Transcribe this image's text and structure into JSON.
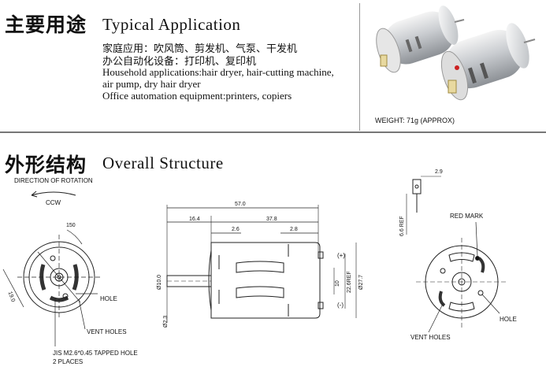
{
  "application": {
    "title_zh": "主要用途",
    "title_en": "Typical Application",
    "zh_line1": "家庭应用：吹风筒、剪发机、气泵、干发机",
    "zh_line2": "办公自动化设备：打印机、复印机",
    "en_lines": [
      "Household applications:hair dryer, hair-cutting machine,",
      "air pump, dry hair dryer",
      "Office automation equipment:printers, copiers"
    ],
    "weight": "WEIGHT: 71g (APPROX)"
  },
  "structure": {
    "title_zh": "外形结构",
    "title_en": "Overall Structure",
    "left_view": {
      "direction_label": "DIRECTION OF ROTATION",
      "ccw": "CCW",
      "angle": "150",
      "dia": "19.0",
      "hole": "HOLE",
      "vent_holes": "VENT HOLES",
      "tapped_hole_line1": "JIS M2.6*0.45 TAPPED HOLE",
      "tapped_hole_line2": "2 PLACES"
    },
    "side_view": {
      "total_length": "57.0",
      "d164": "16.4",
      "d378": "37.8",
      "d26": "2.6",
      "d28": "2.8",
      "plus": "(+)",
      "minus": "(-)",
      "shaft_dia": "Ø10.0",
      "d10": "10",
      "ref": "22.6REF",
      "body_dia": "Ø27.7",
      "shaft_small": "Ø2.3"
    },
    "terminal_view": {
      "d29": "2.9",
      "ref": "6.6 REF"
    },
    "right_view": {
      "red_mark": "RED MARK",
      "hole": "HOLE",
      "vent_holes": "VENT HOLES"
    }
  }
}
